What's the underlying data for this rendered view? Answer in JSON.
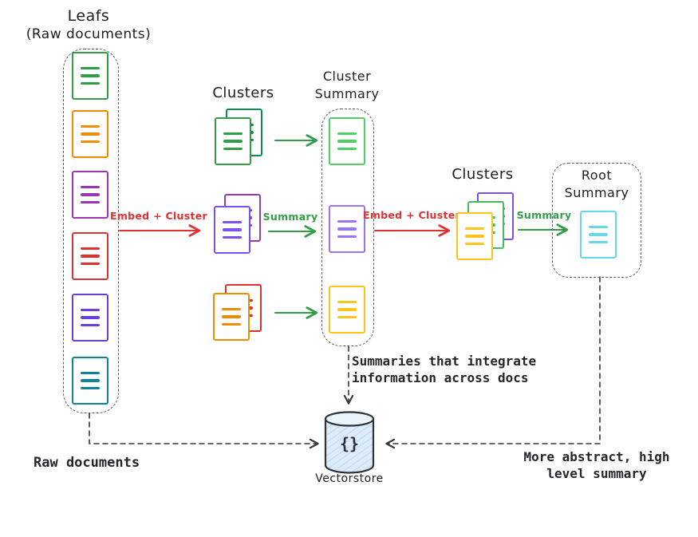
{
  "colors": {
    "theme": {
      "red": "#e03131",
      "green": "#2f9e44",
      "ink": "#343a40"
    },
    "cylinder": {
      "fill": "#dcebf7",
      "top": "#eaf4fb",
      "hatch": "#aecfe6",
      "stroke": "#2f3438"
    }
  },
  "leafs": {
    "title1": "Leafs",
    "title2": "(Raw documents)",
    "docs": [
      "#2f9e44",
      "#f08c00",
      "#9c36b5",
      "#e03131",
      "#6741d9",
      "#0c8599"
    ],
    "caption": "Raw documents"
  },
  "clusters_mid": {
    "label": "Clusters",
    "pairs": [
      {
        "back": "#0f8a50",
        "front": "#2f9e44"
      },
      {
        "back": "#9c36b5",
        "front": "#7950f2"
      },
      {
        "back": "#e03131",
        "front": "#f08c00"
      }
    ]
  },
  "cluster_summary": {
    "label1": "Cluster",
    "label2": "Summary",
    "docs": [
      "#51cf66",
      "#9775fa",
      "#fcc419"
    ],
    "caption1": "Summaries that integrate",
    "caption2": "information across docs"
  },
  "clusters_right": {
    "label": "Clusters",
    "stack": {
      "back": "#7950f2",
      "middle": "#40c057",
      "front": "#fcc419"
    }
  },
  "root_summary": {
    "label1": "Root",
    "label2": "Summary",
    "doc": "#66d9e8",
    "caption1": "More abstract, high",
    "caption2": "level summary"
  },
  "edges": {
    "embed_cluster_1": "Embed + Cluster",
    "summary_mid": "Summary",
    "embed_cluster_2": "Embed + Cluster",
    "summary_right": "Summary"
  },
  "vectorstore": {
    "label": "Vectorstore",
    "symbol": "{}"
  }
}
